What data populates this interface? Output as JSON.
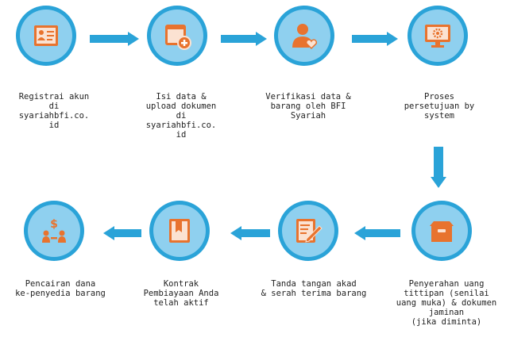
{
  "colors": {
    "circle_ring": "#2aa3d8",
    "circle_fill": "#8fd0ef",
    "icon": "#e8732e",
    "arrow": "#2aa3d8"
  },
  "steps": [
    {
      "icon": "id-card-icon",
      "label": "Registrai akun\ndi\nsyariahbfi.co.\nid"
    },
    {
      "icon": "add-window-icon",
      "label": "Isi data &\nupload dokumen\ndi\nsyariahbfi.co.\nid"
    },
    {
      "icon": "user-heart-icon",
      "label": "Verifikasi data &\nbarang oleh BFI\nSyariah"
    },
    {
      "icon": "monitor-gear-icon",
      "label": "Proses\npersetujuan by\nsystem"
    },
    {
      "icon": "box-icon",
      "label": "Penyerahan uang\ntittipan (senilai\nuang muka) & dokumen\njaminan\n(jika diminta)"
    },
    {
      "icon": "document-pen-icon",
      "label": "Tanda tangan akad\n& serah terima barang"
    },
    {
      "icon": "bookmark-book-icon",
      "label": "Kontrak\nPembiayaan Anda\ntelah aktif"
    },
    {
      "icon": "money-people-icon",
      "label": "Pencairan dana\nke-penyedia barang"
    }
  ]
}
